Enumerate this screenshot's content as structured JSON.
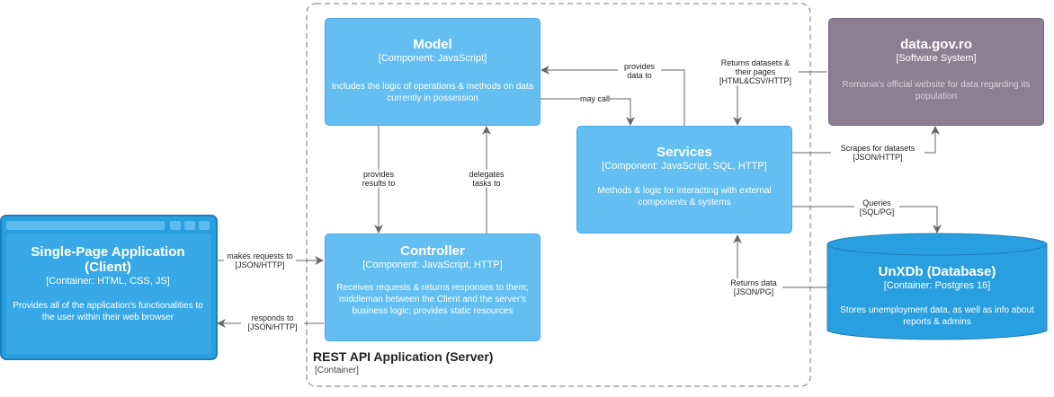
{
  "boundary": {
    "title": "REST API Application (Server)",
    "subtitle": "[Container]"
  },
  "model": {
    "title": "Model",
    "type": "[Component: JavaScript]",
    "desc": "Includes the logic of operations & methods on data currently in possession"
  },
  "controller": {
    "title": "Controller",
    "type": "[Component: JavaScript, HTTP]",
    "desc": "Receives requests & returns responses to them; middleman between the Client and the server's business logic; provides static resources"
  },
  "services": {
    "title": "Services",
    "type": "[Component: JavaScript, SQL, HTTP]",
    "desc": "Methods & logic for interacting with external components & systems"
  },
  "datagov": {
    "title": "data.gov.ro",
    "type": "[Software System]",
    "desc": "Romania's official website for data regarding its population"
  },
  "spa": {
    "title": "Single-Page Application (Client)",
    "type": "[Container: HTML, CSS, JS]",
    "desc": "Provides all of the application's functionalities to the user within their web browser"
  },
  "db": {
    "title": "UnXDb (Database)",
    "type": "[Container: Postgres 16]",
    "desc": "Stores unemployment data, as well as info about reports & admins"
  },
  "edges": {
    "provides_data": "provides data to",
    "may_call": "may call",
    "returns_datasets": "Returns datasets & their pages [HTML&CSV/HTTP]",
    "scrapes": "Scrapes for datasets [JSON/HTTP]",
    "queries": "Queries [SQL/PG]",
    "returns_data": "Returns data [JSON/PG]",
    "provides_results": "provides results to",
    "delegates": "delegates tasks to",
    "makes_requests": "makes requests to [JSON/HTTP]",
    "responds": "responds to [JSON/HTTP]"
  },
  "colors": {
    "component": "#63bef2",
    "external": "#8c7f93",
    "container": "#2a9fe0",
    "arrow": "#666666"
  }
}
